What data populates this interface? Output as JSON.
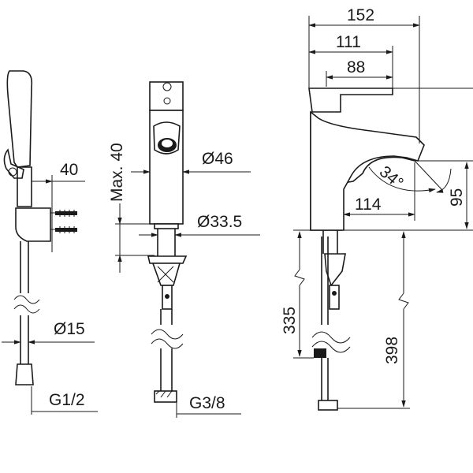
{
  "dimensions": {
    "width_152": "152",
    "width_111": "111",
    "width_88": "88",
    "angle_34": "34°",
    "height_95": "95",
    "reach_114": "114",
    "depth_335": "335",
    "depth_398": "398",
    "diameter_46": "Ø46",
    "max_40": "Max. 40",
    "diameter_33_5": "Ø33.5",
    "hose_40": "40",
    "hose_diameter_15": "Ø15",
    "thread_g1_2": "G1/2",
    "thread_g3_8": "G3/8"
  }
}
